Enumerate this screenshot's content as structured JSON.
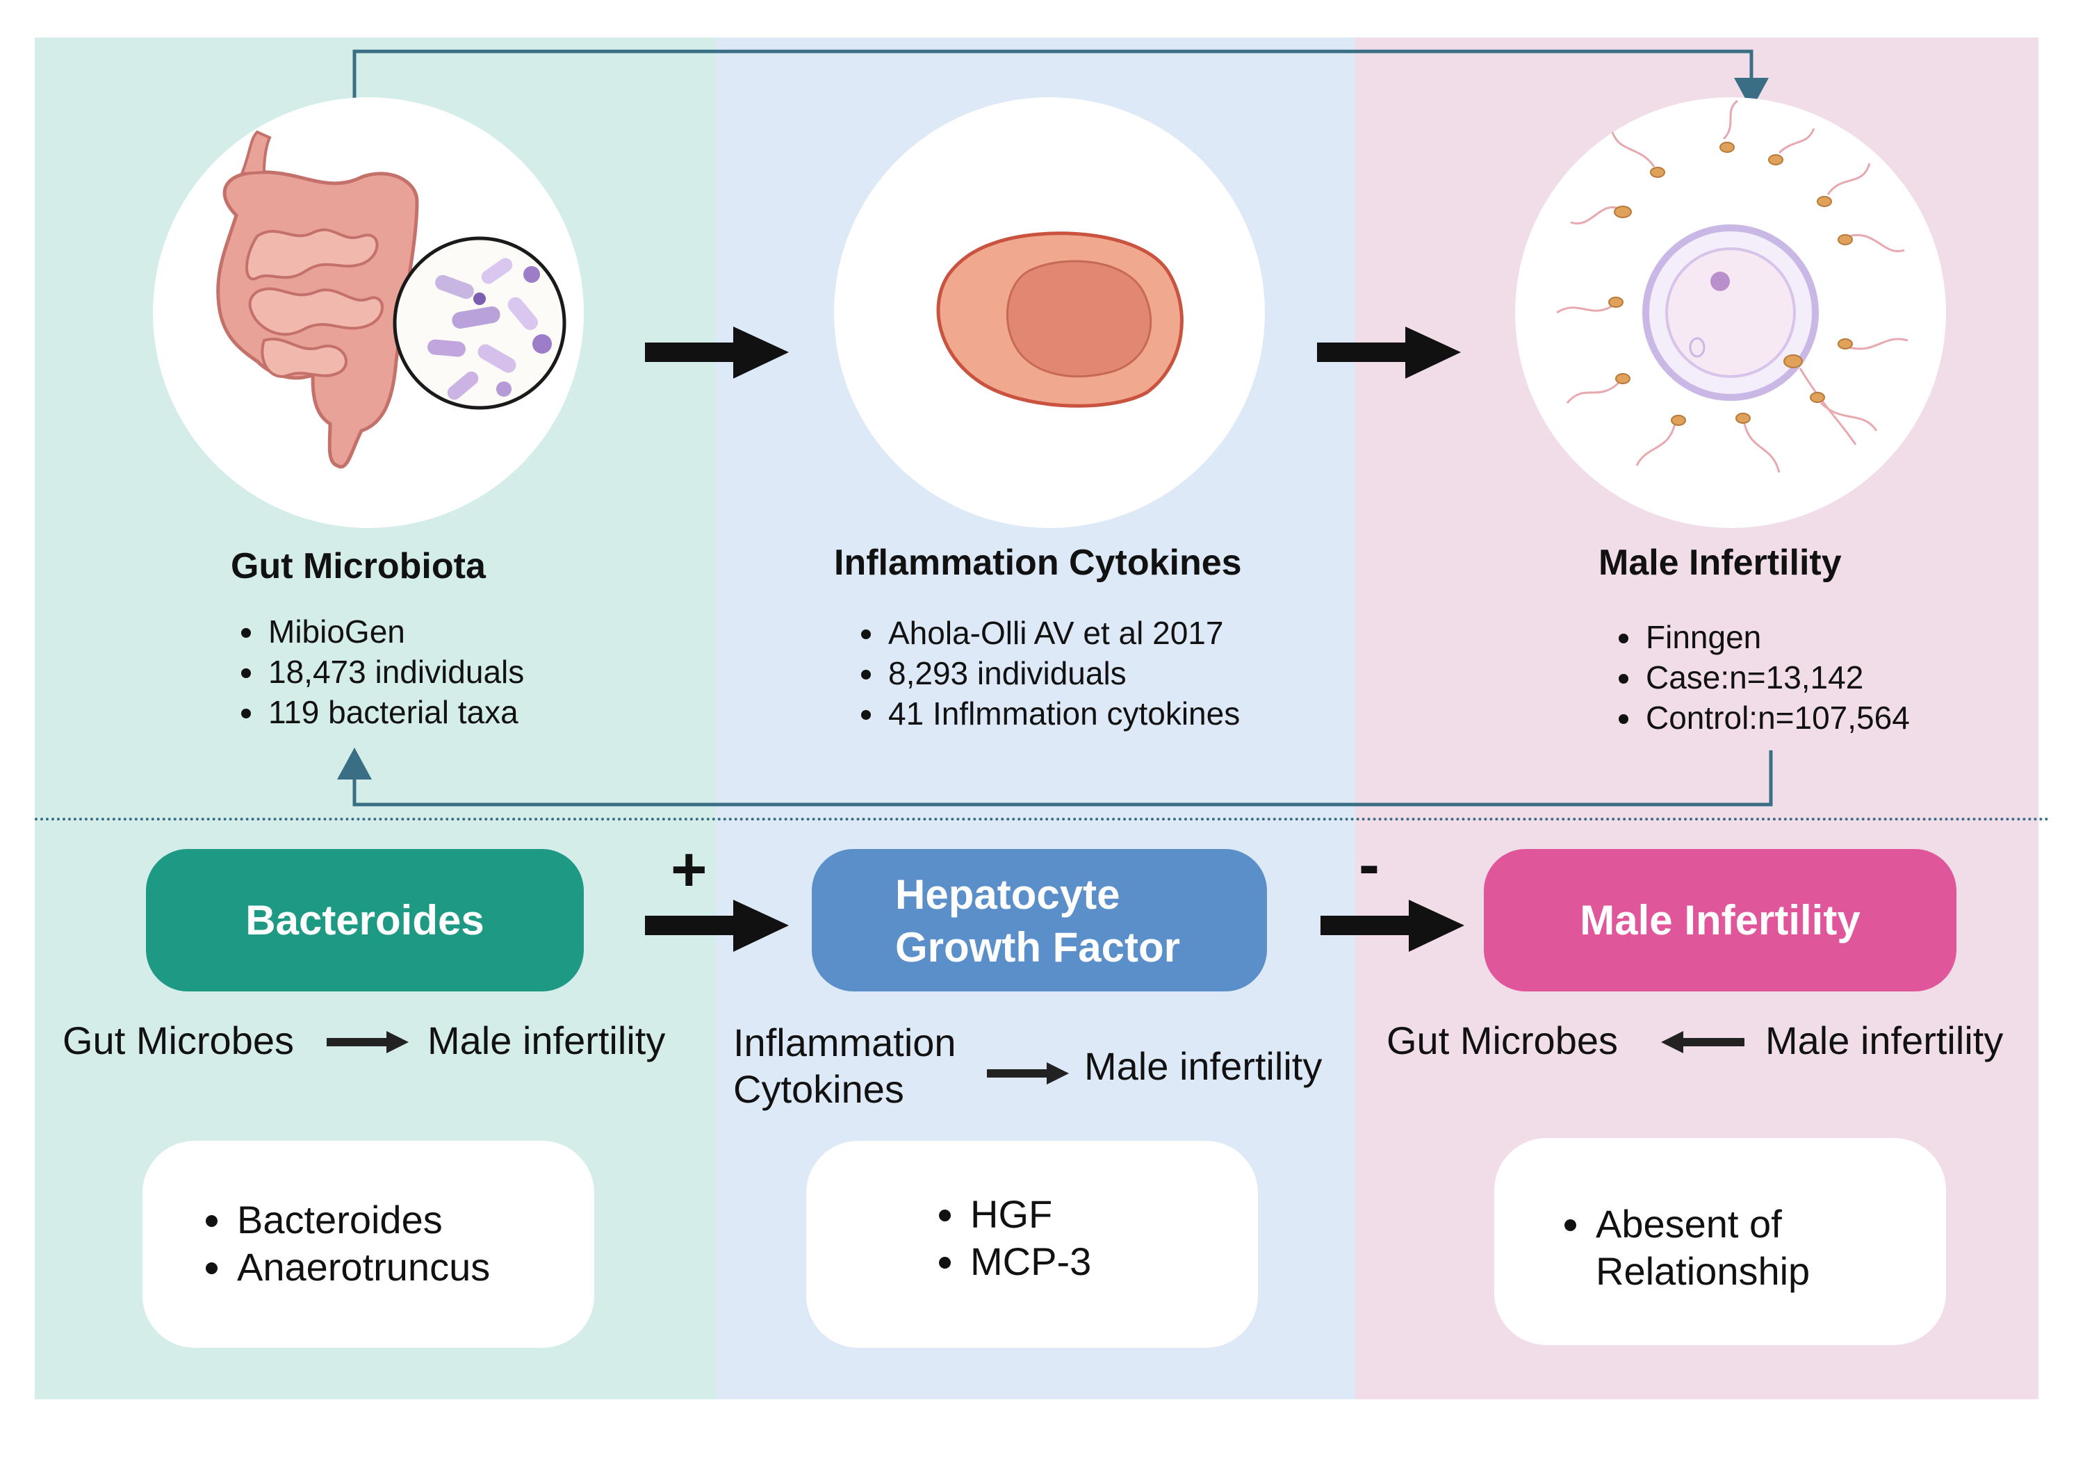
{
  "top": {
    "sources": [
      {
        "title": "Gut Microbiota",
        "items": [
          "MibioGen",
          "18,473 individuals",
          "119 bacterial taxa"
        ]
      },
      {
        "title": "Inflammation Cytokines",
        "items": [
          "Ahola-Olli AV et al 2017",
          "8,293 individuals",
          "41 Inflmmation cytokines"
        ]
      },
      {
        "title": "Male Infertility",
        "items": [
          "Finngen",
          "Case:n=13,142",
          "Control:n=107,564"
        ]
      }
    ]
  },
  "bottom": {
    "pathway": [
      {
        "label": "Bacteroides",
        "color": "#1e9a84"
      },
      {
        "label_line1": "Hepatocyte",
        "label_line2": "Growth Factor",
        "color": "#5a8fca"
      },
      {
        "label": "Male Infertility",
        "color": "#e0569a"
      }
    ],
    "signs": [
      "+",
      "-"
    ],
    "relations": [
      {
        "from": "Gut Microbes",
        "to": "Male infertility"
      },
      {
        "from_line1": "Inflammation",
        "from_line2": "Cytokines",
        "to": "Male infertility"
      },
      {
        "from": "Gut Microbes",
        "to": "Male infertility"
      }
    ],
    "results": [
      {
        "items": [
          "Bacteroides",
          "Anaerotruncus"
        ]
      },
      {
        "items": [
          "HGF",
          "MCP-3"
        ]
      },
      {
        "line1": "Abesent of",
        "line2": "Relationship"
      }
    ]
  },
  "colors": {
    "panel_left": "#d4ede8",
    "panel_mid": "#dde9f6",
    "panel_right": "#f1dde8",
    "connector": "#3a6e84"
  }
}
